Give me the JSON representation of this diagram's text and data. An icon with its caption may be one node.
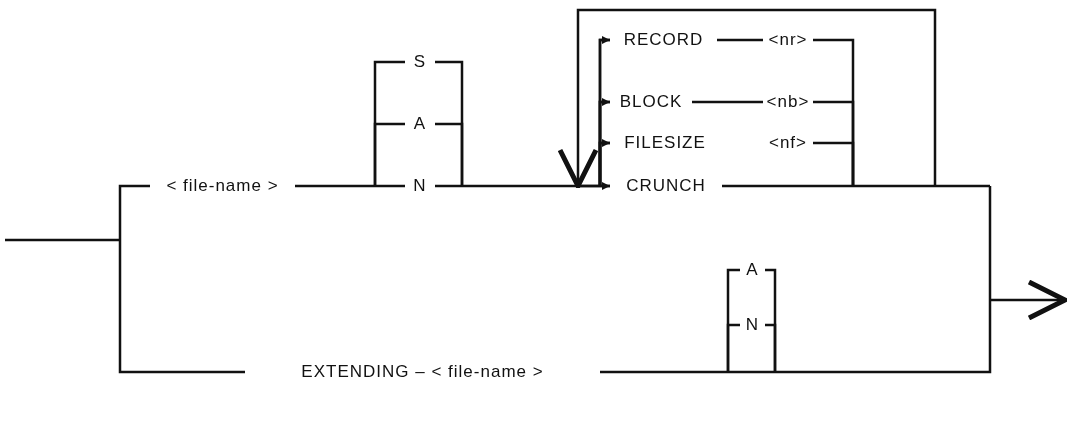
{
  "diagram": {
    "nodes": [
      {
        "text": [
          "< file-name >"
        ]
      },
      {
        "text": [
          "S"
        ]
      },
      {
        "text": [
          "A"
        ]
      },
      {
        "text": [
          "N"
        ]
      },
      {
        "text": [
          "RECORD"
        ]
      },
      {
        "text": [
          "<nr>"
        ]
      },
      {
        "text": [
          "BLOCK"
        ]
      },
      {
        "text": [
          "<nb>"
        ]
      },
      {
        "text": [
          "FILESIZE"
        ]
      },
      {
        "text": [
          "<nf>"
        ]
      },
      {
        "text": [
          "CRUNCH"
        ]
      },
      {
        "text": [
          "EXTENDING – < file-name >"
        ]
      },
      {
        "text": [
          "A"
        ]
      },
      {
        "text": [
          "N"
        ]
      }
    ],
    "edges": [
      {
        "from": null,
        "to": 0,
        "arrow": "none"
      },
      {
        "from": null,
        "to": 11,
        "arrow": "none"
      },
      {
        "from": 0,
        "to": 1,
        "arrow": "none"
      },
      {
        "from": 0,
        "to": 2,
        "arrow": "none"
      },
      {
        "from": 0,
        "to": 3,
        "arrow": "none"
      },
      {
        "from": 1,
        "to": 4,
        "arrow": "none"
      },
      {
        "from": 1,
        "to": 6,
        "arrow": "none"
      },
      {
        "from": 1,
        "to": 8,
        "arrow": "none"
      },
      {
        "from": 1,
        "to": 10,
        "arrow": "none"
      },
      {
        "from": 2,
        "to": 4,
        "arrow": "none"
      },
      {
        "from": 2,
        "to": 6,
        "arrow": "none"
      },
      {
        "from": 2,
        "to": 8,
        "arrow": "none"
      },
      {
        "from": 2,
        "to": 10,
        "arrow": "none"
      },
      {
        "from": 3,
        "to": 4,
        "arrow": "none"
      },
      {
        "from": 3,
        "to": 6,
        "arrow": "none"
      },
      {
        "from": 3,
        "to": 8,
        "arrow": "none"
      },
      {
        "from": 3,
        "to": 10,
        "arrow": "none"
      },
      {
        "from": 4,
        "to": 5,
        "arrow": "none"
      },
      {
        "from": 6,
        "to": 7,
        "arrow": "none"
      },
      {
        "from": 5,
        "to": 4,
        "arrow": "to"
      },
      {
        "from": 5,
        "to": 6,
        "arrow": "to"
      },
      {
        "from": 5,
        "to": 8,
        "arrow": "to"
      },
      {
        "from": 5,
        "to": 10,
        "arrow": "to"
      },
      {
        "from": 7,
        "to": 4,
        "arrow": "to"
      },
      {
        "from": 7,
        "to": 6,
        "arrow": "to"
      },
      {
        "from": 7,
        "to": 8,
        "arrow": "to"
      },
      {
        "from": 7,
        "to": 10,
        "arrow": "to"
      },
      {
        "from": 9,
        "to": 4,
        "arrow": "to"
      },
      {
        "from": 9,
        "to": 6,
        "arrow": "to"
      },
      {
        "from": 9,
        "to": 8,
        "arrow": "to"
      },
      {
        "from": 9,
        "to": 10,
        "arrow": "to"
      },
      {
        "from": 10,
        "to": 4,
        "arrow": "to"
      },
      {
        "from": 10,
        "to": 6,
        "arrow": "to"
      },
      {
        "from": 10,
        "to": 8,
        "arrow": "to"
      },
      {
        "from": 10,
        "to": 10,
        "arrow": "to"
      },
      {
        "from": 5,
        "to": null,
        "arrow": "to"
      },
      {
        "from": 7,
        "to": null,
        "arrow": "to"
      },
      {
        "from": 9,
        "to": null,
        "arrow": "to"
      },
      {
        "from": 10,
        "to": null,
        "arrow": "to"
      },
      {
        "from": 11,
        "to": 12,
        "arrow": "none"
      },
      {
        "from": 11,
        "to": 13,
        "arrow": "none"
      },
      {
        "from": 11,
        "to": null,
        "arrow": "to"
      },
      {
        "from": 12,
        "to": null,
        "arrow": "to"
      },
      {
        "from": 13,
        "to": null,
        "arrow": "to"
      }
    ]
  }
}
